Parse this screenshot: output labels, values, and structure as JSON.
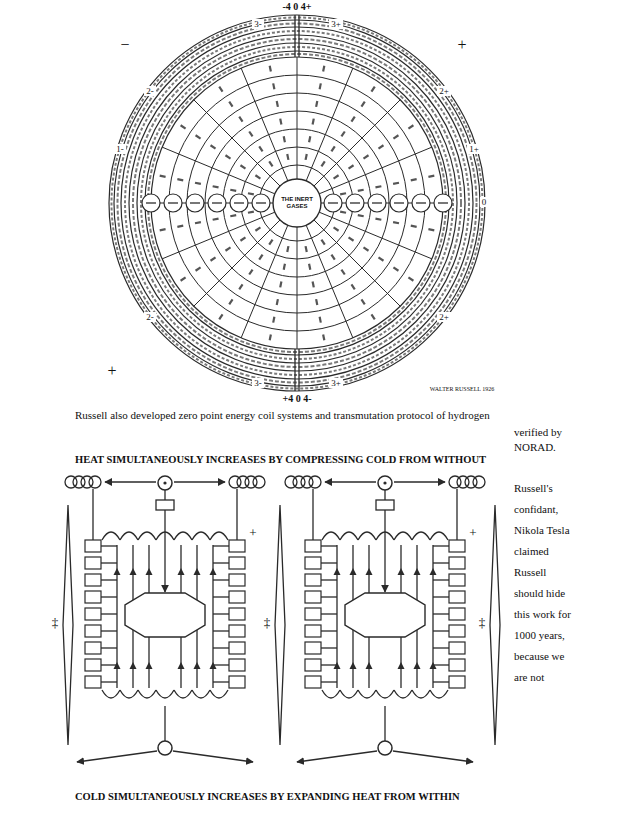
{
  "diagram": {
    "nodes": [
      {
        "text": [
          "THE INERT GASES"
        ]
      }
    ],
    "labels": [
      "-4 0 4+",
      "−",
      "+",
      "3-",
      "3+",
      "2-",
      "2+",
      "1-",
      "1+",
      "0",
      "2-",
      "2+",
      "3-",
      "3+",
      "+",
      "+4 0 4-",
      "WALTER RUSSELL 1926",
      "Russell also developed zero point energy coil systems and transmutation protocol of hydrogen",
      "verified by NORAD.",
      "Russell's confidant, Nikola Tesla claimed Russell should hide this work for 1000 years, because we are not",
      "HEAT SIMULTANEOUSLY INCREASES BY COMPRESSING COLD FROM WITHOUT",
      "+",
      "+",
      "‡",
      "‡",
      "‡",
      "COLD SIMULTANEOUSLY INCREASES BY EXPANDING HEAT FROM WITHIN"
    ]
  }
}
